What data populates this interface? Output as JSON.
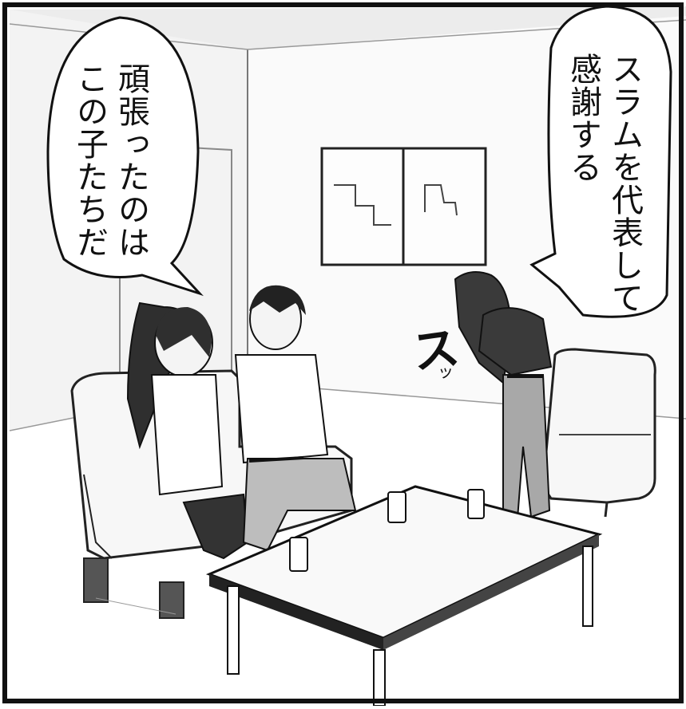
{
  "panel": {
    "left_bubble": {
      "lines": [
        "頑張ったのは",
        "この子たちだ"
      ]
    },
    "right_bubble": {
      "lines": [
        "スラムを代表して",
        "感謝する"
      ]
    },
    "sfx": {
      "main": "ス",
      "small": "ッ"
    }
  }
}
